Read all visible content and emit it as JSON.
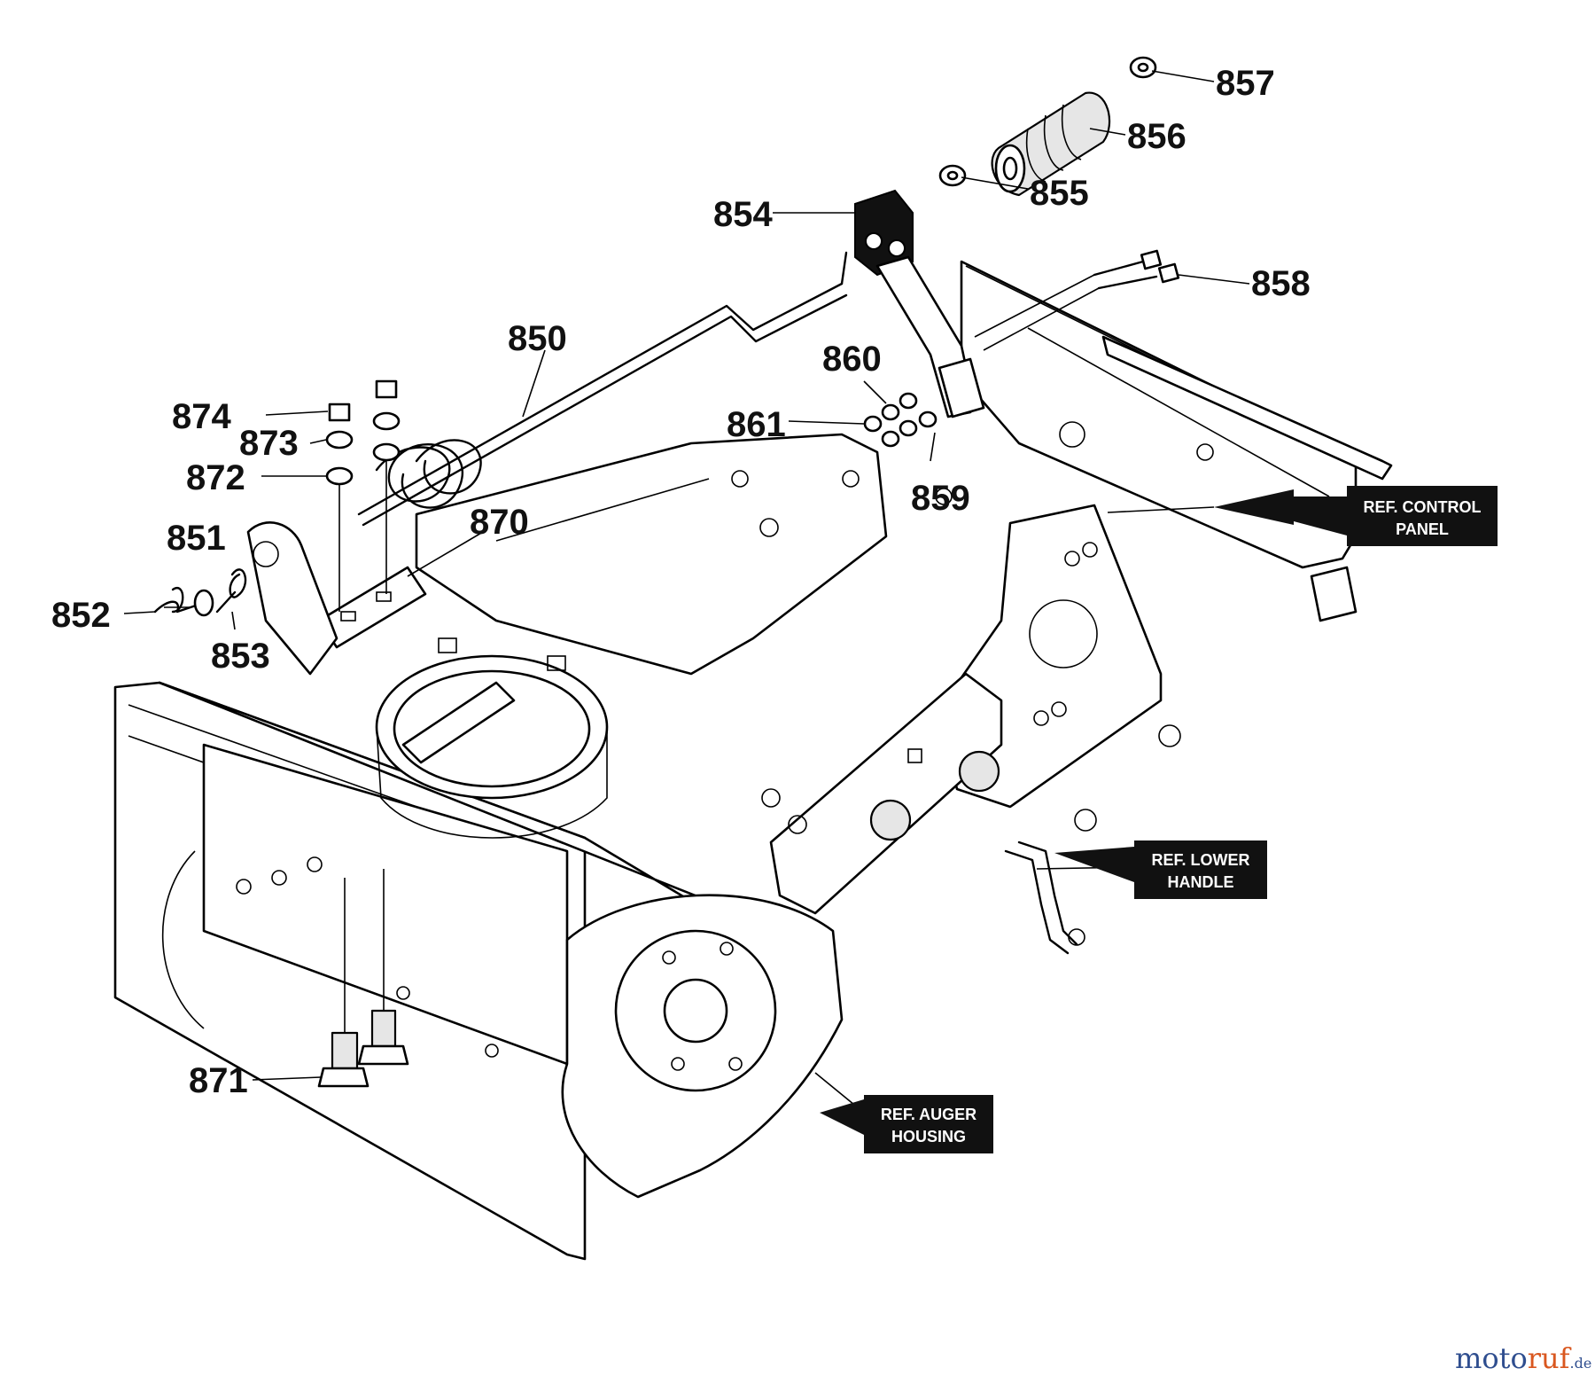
{
  "callouts": {
    "p850": "850",
    "p851": "851",
    "p852": "852",
    "p853": "853",
    "p854": "854",
    "p855": "855",
    "p856": "856",
    "p857": "857",
    "p858": "858",
    "p859": "859",
    "p860": "860",
    "p861": "861",
    "p870": "870",
    "p871": "871",
    "p872": "872",
    "p873": "873",
    "p874": "874"
  },
  "references": {
    "control_panel_1": "REF. CONTROL",
    "control_panel_2": "PANEL",
    "lower_handle_1": "REF. LOWER",
    "lower_handle_2": "HANDLE",
    "auger_housing_1": "REF. AUGER",
    "auger_housing_2": "HOUSING"
  },
  "watermark": {
    "part1": "moto",
    "part2": "ruf",
    "suffix": ".de"
  }
}
